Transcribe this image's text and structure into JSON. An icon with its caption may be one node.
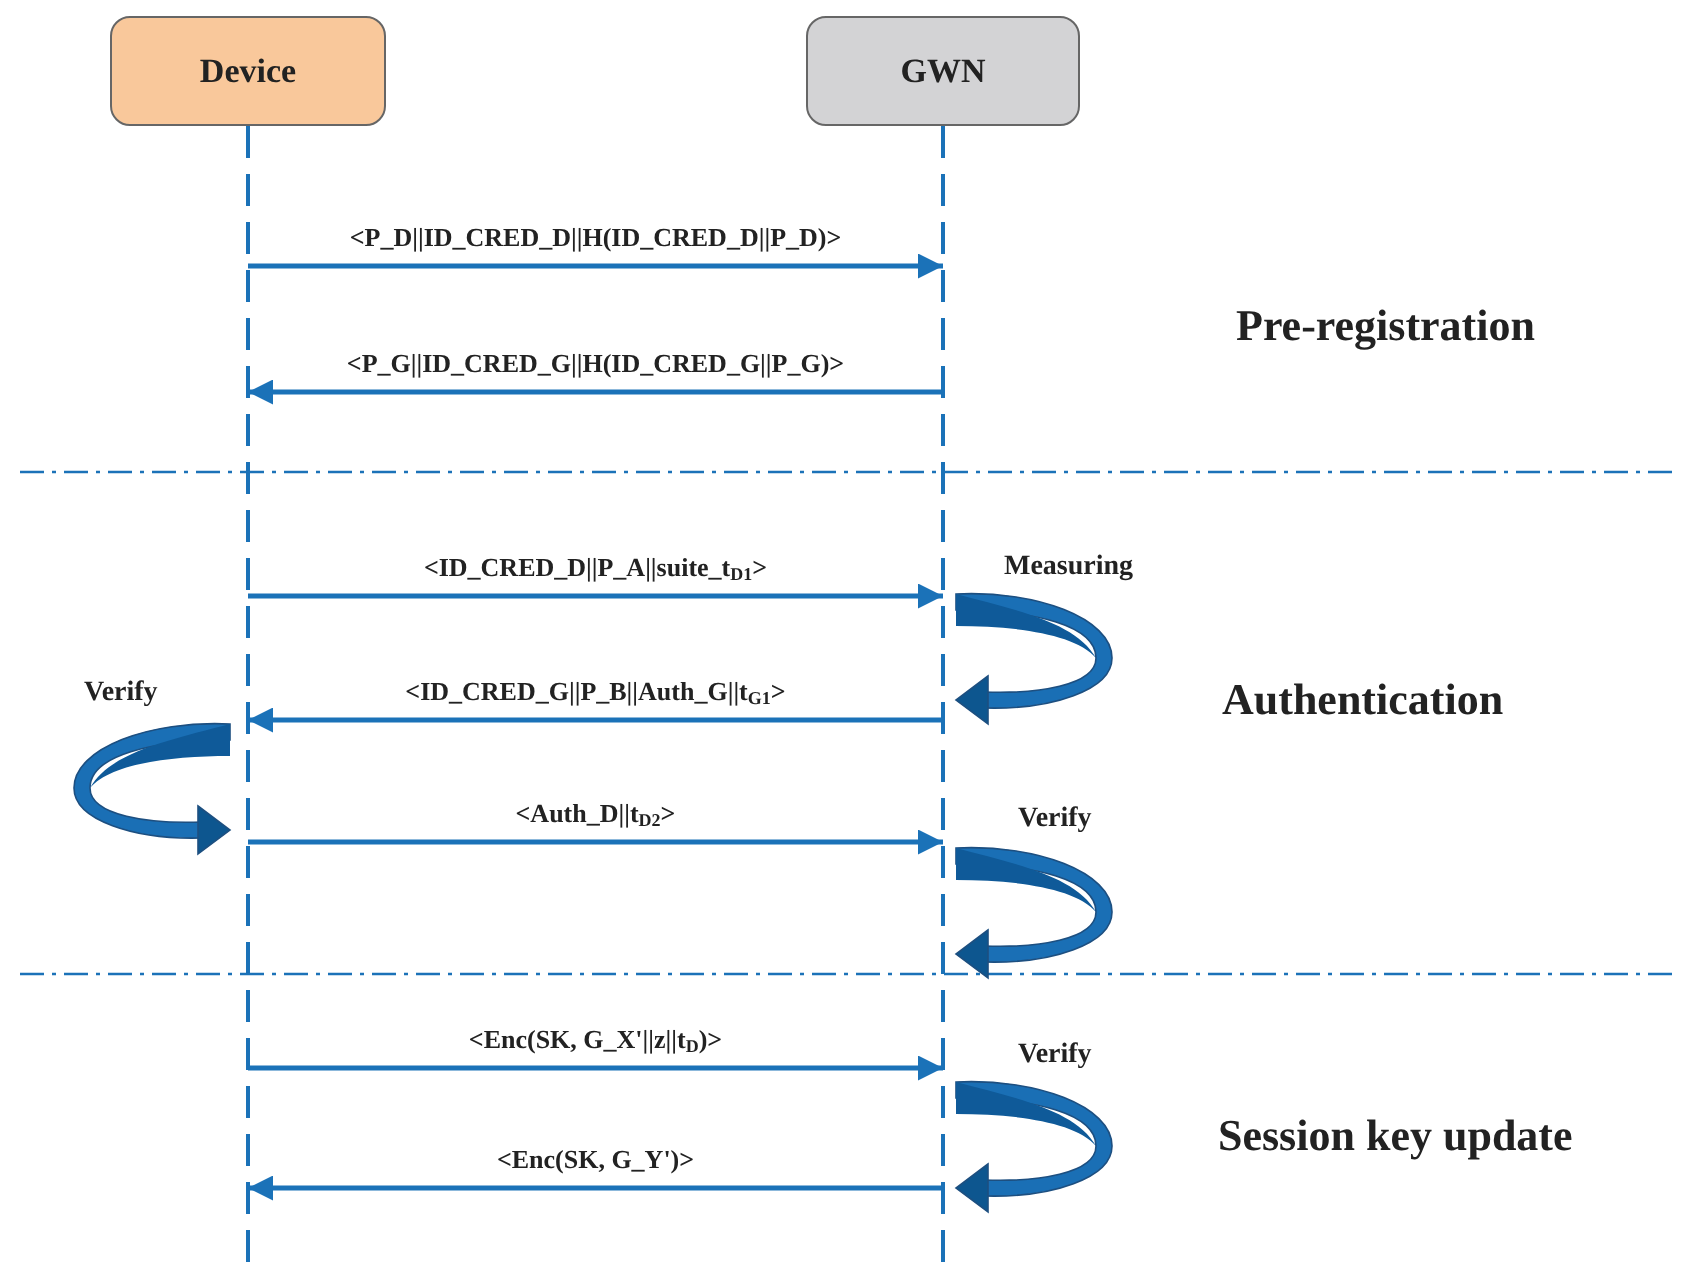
{
  "diagram": {
    "nodes": [
      {
        "text": [
          "Device"
        ]
      },
      {
        "text": [
          "GWN"
        ]
      }
    ],
    "edges": [
      {
        "from": 0,
        "to": 1,
        "arrow": "to",
        "label": "<P_D||ID_CRED_D||H(ID_CRED_D||P_D)>"
      },
      {
        "from": 1,
        "to": 0,
        "arrow": "to",
        "label": "<P_G||ID_CRED_G||H(ID_CRED_G||P_G)>"
      },
      {
        "from": 0,
        "to": 1,
        "arrow": "to",
        "label": "<ID_CRED_D||P_A||suite_t$_{D1}$>"
      },
      {
        "from": 1,
        "to": 0,
        "arrow": "to",
        "label": "<ID_CRED_G||P_B||Auth_G||t$_{G1}$>"
      },
      {
        "from": 0,
        "to": 1,
        "arrow": "to",
        "label": "<Auth_D||t$_{D2}$>"
      },
      {
        "from": 0,
        "to": 1,
        "arrow": "to",
        "label": "<Enc(SK, G_X'||z||t$_{D}$)>"
      },
      {
        "from": 1,
        "to": 0,
        "arrow": "to",
        "label": "<Enc(SK, G_Y')>"
      }
    ],
    "labels": [
      "Pre-registration",
      "Measuring",
      "Verify",
      "Authentication",
      "Verify",
      "Verify",
      "Session key update"
    ]
  }
}
